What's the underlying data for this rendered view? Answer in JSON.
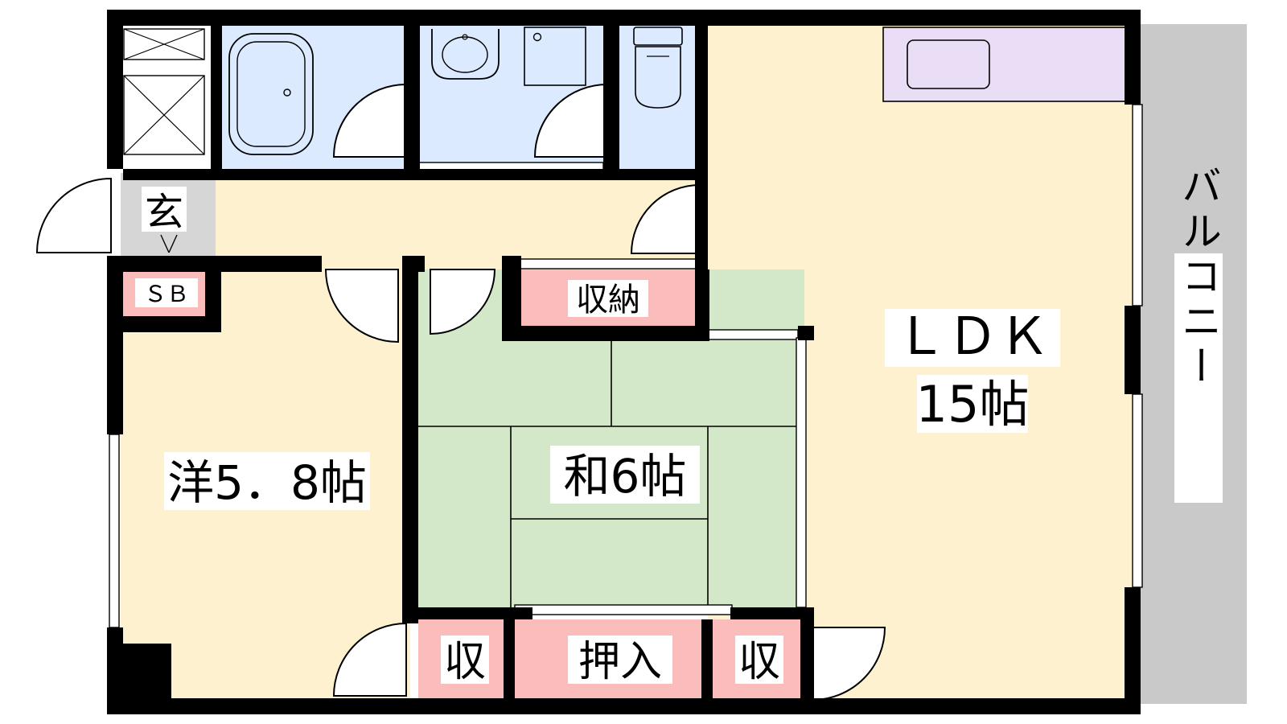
{
  "colors": {
    "wall": "#000000",
    "wet_area": "#dbeaff",
    "floor_wood": "#fdf1cf",
    "tatami": "#d3e8c8",
    "storage": "#fbbcbc",
    "kitchen": "#e9def5",
    "balcony": "#c9c9c9",
    "entrance": "#d6d6d6"
  },
  "icons": [
    "bathtub-icon",
    "washbasin-icon",
    "washing-machine-pan-icon",
    "toilet-icon",
    "kitchen-sink-icon",
    "shoebox-icon"
  ],
  "rooms": {
    "ldk": {
      "name": "ＬＤＫ",
      "size": "15帖"
    },
    "western": {
      "label": "洋5．8帖"
    },
    "japanese": {
      "label": "和6帖"
    },
    "balcony": {
      "label": "バルコニー"
    },
    "entrance": {
      "label": "玄"
    },
    "shoebox": {
      "label": "ＳＢ"
    },
    "storage": {
      "label": "収納"
    },
    "closet_left": {
      "label": "収"
    },
    "oshiire": {
      "label": "押入"
    },
    "closet_right": {
      "label": "収"
    }
  }
}
